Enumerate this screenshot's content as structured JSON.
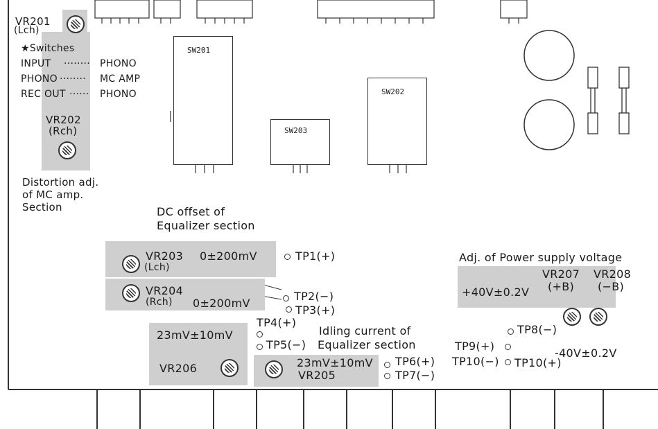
{
  "left_panel": {
    "vr201": "VR201",
    "vr201_ch": "(Lch)",
    "switches_title": "★Switches",
    "switch_rows": [
      {
        "name": "INPUT",
        "dots": "········",
        "value": "PHONO"
      },
      {
        "name": "PHONO",
        "dots": "········",
        "value": "MC AMP"
      },
      {
        "name": "REC OUT",
        "dots": "······",
        "value": "PHONO"
      }
    ],
    "vr202": "VR202",
    "vr202_ch": "(Rch)",
    "distortion": [
      "Distortion adj.",
      "of MC amp.",
      "Section"
    ]
  },
  "switches": {
    "sw201": "SW201",
    "sw202": "SW202",
    "sw203": "SW203"
  },
  "dc_offset": {
    "title": [
      "DC offset of",
      "Equalizer section"
    ],
    "vr203": "VR203",
    "vr203_ch": "(Lch)",
    "vr203_value": "0±200mV",
    "vr204": "VR204",
    "vr204_ch": "(Rch)",
    "vr204_value": "0±200mV"
  },
  "idling": {
    "title": [
      "Idling current of",
      "Equalizer section"
    ],
    "vr206_value": "23mV±10mV",
    "vr206": "VR206",
    "vr205_value": "23mV±10mV",
    "vr205": "VR205"
  },
  "test_points": {
    "tp1": "TP1(+)",
    "tp2": "TP2(−)",
    "tp3": "TP3(+)",
    "tp4": "TP4(+)",
    "tp5": "TP5(−)",
    "tp6": "TP6(+)",
    "tp7": "TP7(−)",
    "tp8": "TP8(−)",
    "tp9": "TP9(+)",
    "tp10_neg": "TP10(−)",
    "tp10_pos": "TP10(+)"
  },
  "power_supply": {
    "title": "Adj. of Power supply voltage",
    "vr207": "VR207",
    "vr207_sub": "(+B)",
    "vr208": "VR208",
    "vr208_sub": "(−B)",
    "pos_value": "+40V±0.2V",
    "neg_value": "-40V±0.2V"
  }
}
